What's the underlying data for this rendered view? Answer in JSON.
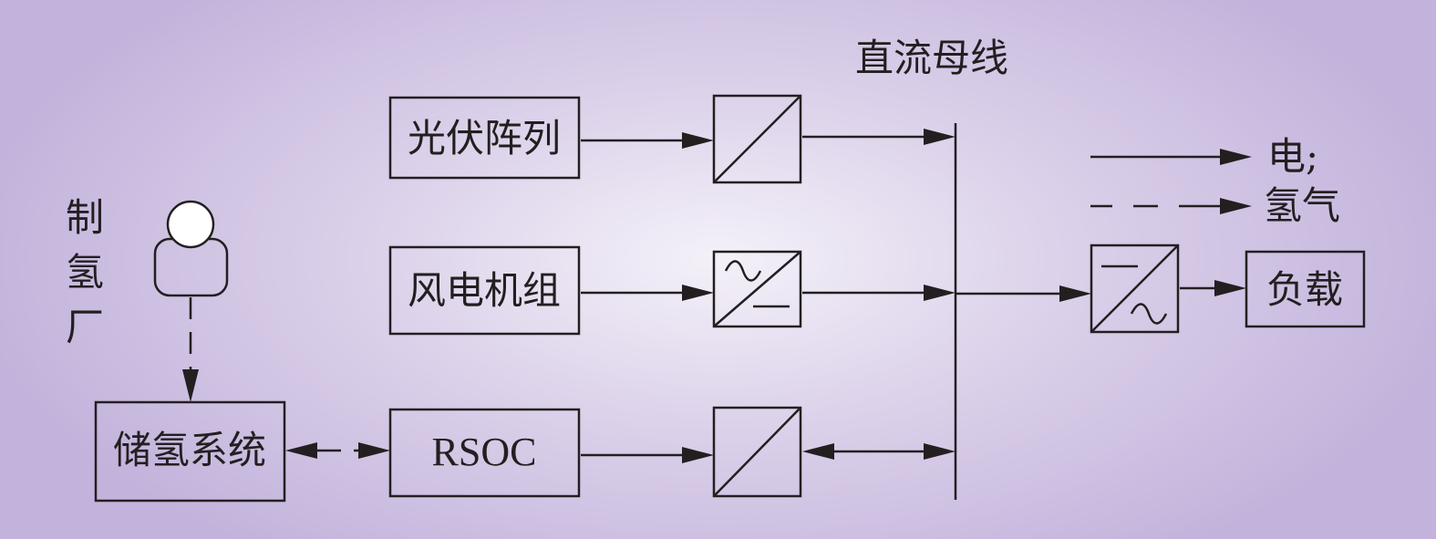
{
  "bus_label": "直流母线",
  "sources": {
    "pv": "光伏阵列",
    "wind": "风电机组",
    "rsoc": "RSOC"
  },
  "storage_label": "储氢系统",
  "plant_label": [
    "制",
    "氢",
    "厂"
  ],
  "load_label": "负载",
  "legend": {
    "electric": "电;",
    "hydrogen": "氢气"
  }
}
